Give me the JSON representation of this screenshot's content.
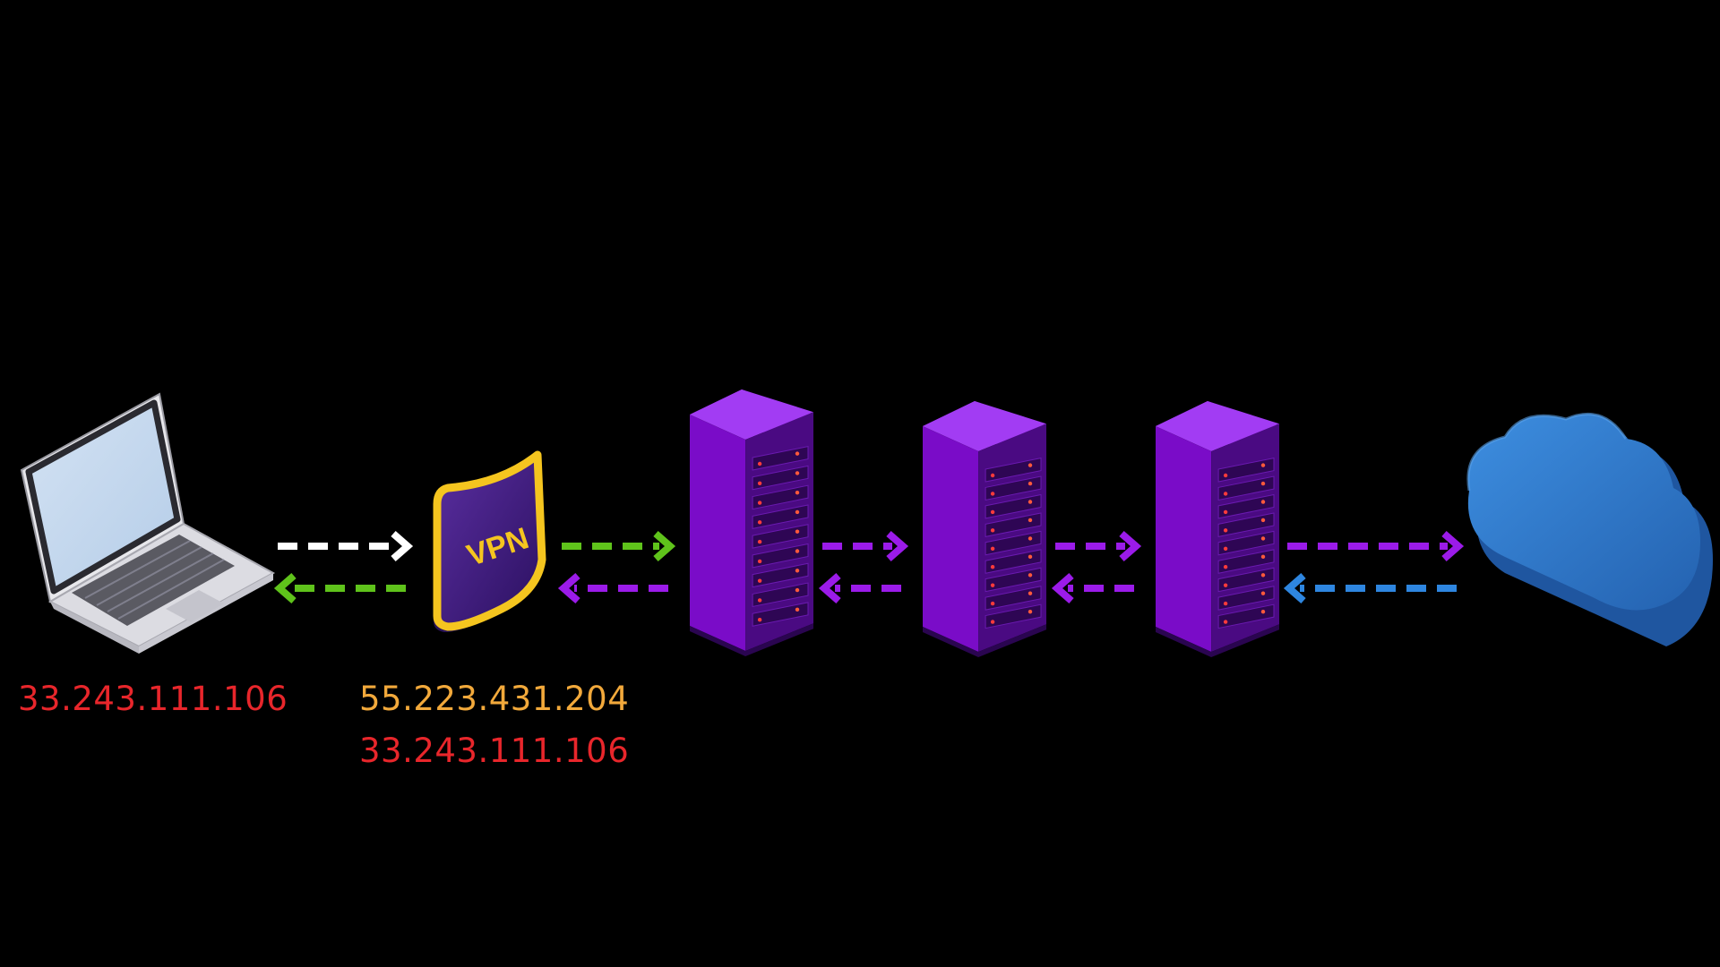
{
  "labels": {
    "laptop_ip": "33.243.111.106",
    "vpn_ip": "55.223.431.204",
    "vpn_real_ip": "33.243.111.106",
    "vpn_shield_text": "VPN"
  },
  "colors": {
    "background": "#000000",
    "ip_red": "#e8262b",
    "ip_orange": "#f2a93b",
    "arrow_white": "#ffffff",
    "arrow_green": "#5fc31b",
    "arrow_purple": "#9b1be9",
    "arrow_blue": "#2e86e0",
    "server_purple": "#8c10d9",
    "cloud_blue": "#2f78c8",
    "vpn_gold": "#f5c51f"
  },
  "nodes": [
    {
      "id": "laptop",
      "icon": "laptop-icon"
    },
    {
      "id": "vpn",
      "icon": "vpn-shield-icon"
    },
    {
      "id": "server-1",
      "icon": "server-rack-icon"
    },
    {
      "id": "server-2",
      "icon": "server-rack-icon"
    },
    {
      "id": "server-3",
      "icon": "server-rack-icon"
    },
    {
      "id": "cloud",
      "icon": "cloud-icon"
    }
  ],
  "connections": [
    {
      "from": "laptop",
      "to": "vpn",
      "forward_color": "white",
      "return_color": "green"
    },
    {
      "from": "vpn",
      "to": "server-1",
      "forward_color": "green",
      "return_color": "purple"
    },
    {
      "from": "server-1",
      "to": "server-2",
      "forward_color": "purple",
      "return_color": "purple"
    },
    {
      "from": "server-2",
      "to": "server-3",
      "forward_color": "purple",
      "return_color": "purple"
    },
    {
      "from": "server-3",
      "to": "cloud",
      "forward_color": "purple",
      "return_color": "blue"
    }
  ]
}
